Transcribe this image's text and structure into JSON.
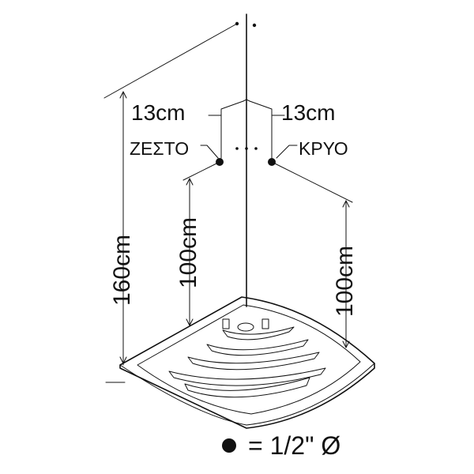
{
  "dimensions": {
    "left_offset": "13cm",
    "right_offset": "13cm",
    "height_total": "160cm",
    "height_left_outlet": "100cm",
    "height_right_outlet": "100cm"
  },
  "outlets": {
    "hot_label": "ΖΕΣΤΟ",
    "cold_label": "ΚΡΥΟ"
  },
  "legend": {
    "text": "= 1/2\" Ø"
  }
}
